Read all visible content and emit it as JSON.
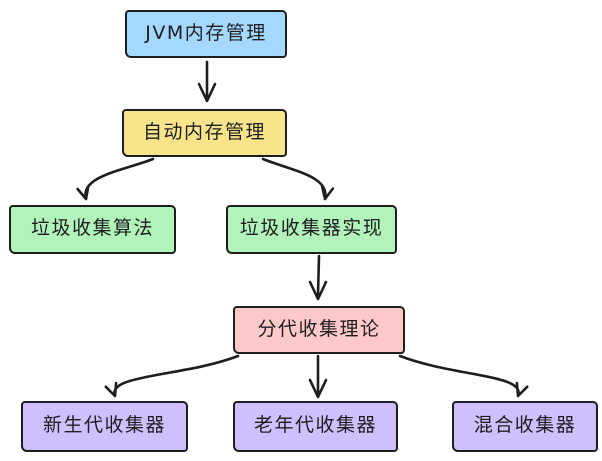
{
  "diagram": {
    "type": "flowchart",
    "style": "hand-drawn",
    "background_color": "#ffffff",
    "stroke_color": "#1e1e1e",
    "palette": {
      "blue": "#a5d8ff",
      "yellow": "#f9e48b",
      "green": "#b2f2bb",
      "pink": "#ffc9c9",
      "purple": "#d0bfff"
    },
    "nodes": [
      {
        "id": "jvm-memory-management",
        "label": "JVM内存管理",
        "fill": "#a5d8ff"
      },
      {
        "id": "automatic-memory-management",
        "label": "自动内存管理",
        "fill": "#f9e48b"
      },
      {
        "id": "garbage-collection-algorithms",
        "label": "垃圾收集算法",
        "fill": "#b2f2bb"
      },
      {
        "id": "garbage-collector-implementation",
        "label": "垃圾收集器实现",
        "fill": "#b2f2bb"
      },
      {
        "id": "generational-collection-theory",
        "label": "分代收集理论",
        "fill": "#ffc9c9"
      },
      {
        "id": "young-generation-collectors",
        "label": "新生代收集器",
        "fill": "#d0bfff"
      },
      {
        "id": "old-generation-collectors",
        "label": "老年代收集器",
        "fill": "#d0bfff"
      },
      {
        "id": "mixed-collectors",
        "label": "混合收集器",
        "fill": "#d0bfff"
      }
    ],
    "edges": [
      {
        "from": "jvm-memory-management",
        "to": "automatic-memory-management"
      },
      {
        "from": "automatic-memory-management",
        "to": "garbage-collection-algorithms"
      },
      {
        "from": "automatic-memory-management",
        "to": "garbage-collector-implementation"
      },
      {
        "from": "garbage-collector-implementation",
        "to": "generational-collection-theory"
      },
      {
        "from": "generational-collection-theory",
        "to": "young-generation-collectors"
      },
      {
        "from": "generational-collection-theory",
        "to": "old-generation-collectors"
      },
      {
        "from": "generational-collection-theory",
        "to": "mixed-collectors"
      }
    ]
  }
}
